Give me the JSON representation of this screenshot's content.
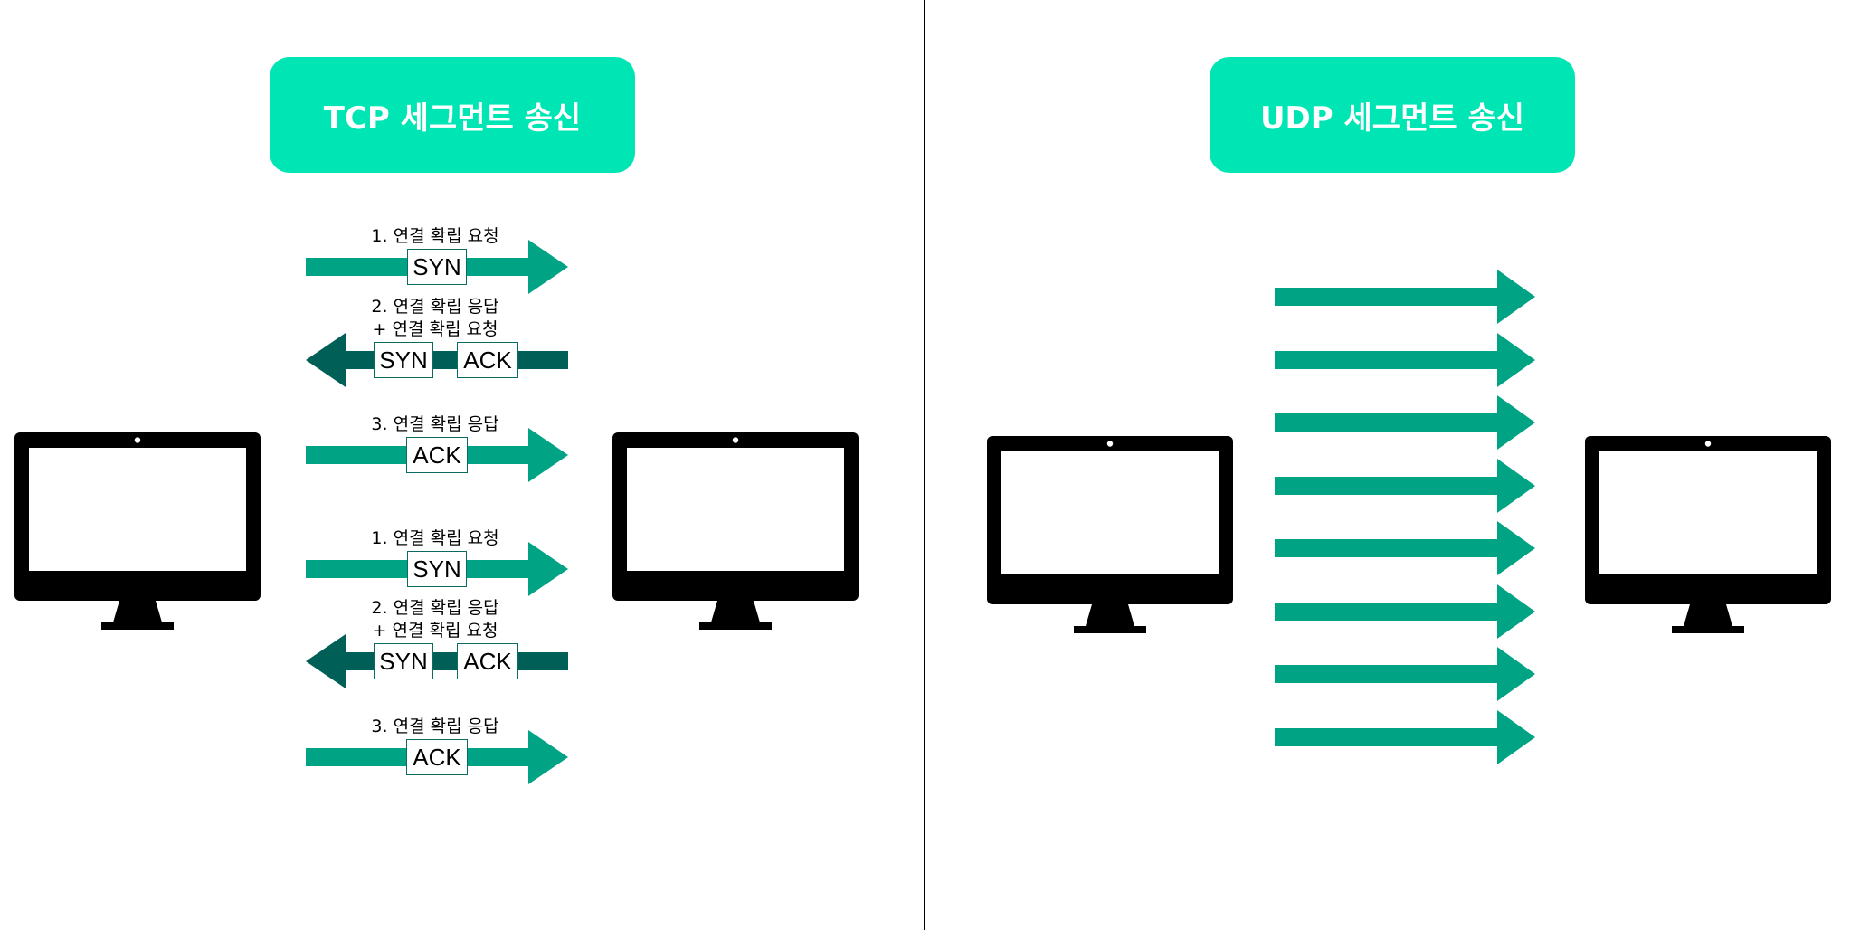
{
  "colors": {
    "title_bg": "#00E5B4",
    "arrow_forward": "#00A383",
    "arrow_back": "#005F57",
    "monitor": "#000000"
  },
  "tcp": {
    "title": "TCP 세그먼트 송신",
    "handshakes": [
      {
        "step1": {
          "label": "1. 연결 확립 요청",
          "seg": "SYN"
        },
        "step2": {
          "label_line1": "2. 연결 확립 응답",
          "label_line2": "+ 연결 확립 요청",
          "seg_a": "SYN",
          "seg_b": "ACK"
        },
        "step3": {
          "label": "3. 연결 확립 응답",
          "seg": "ACK"
        }
      },
      {
        "step1": {
          "label": "1. 연결 확립 요청",
          "seg": "SYN"
        },
        "step2": {
          "label_line1": "2. 연결 확립 응답",
          "label_line2": "+ 연결 확립 요청",
          "seg_a": "SYN",
          "seg_b": "ACK"
        },
        "step3": {
          "label": "3. 연결 확립 응답",
          "seg": "ACK"
        }
      }
    ]
  },
  "udp": {
    "title": "UDP 세그먼트 송신",
    "arrow_count": 8
  }
}
